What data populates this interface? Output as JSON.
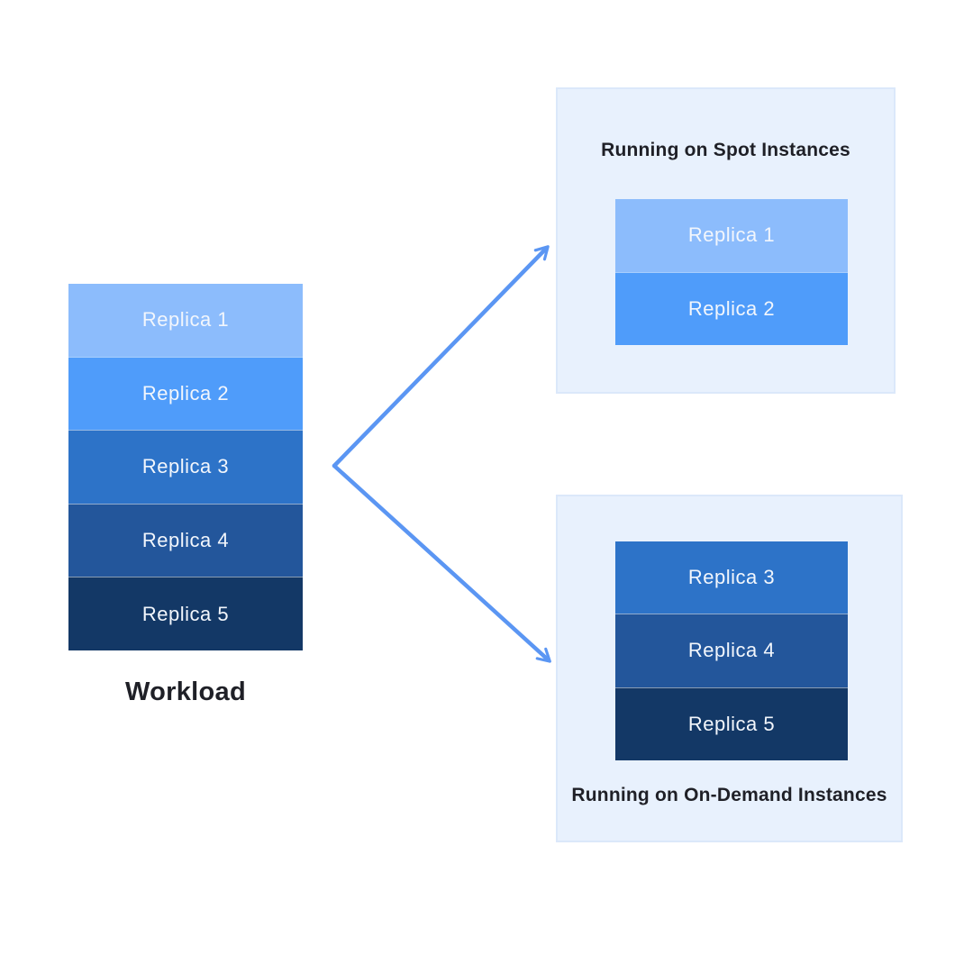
{
  "diagram": {
    "workload": {
      "caption": "Workload",
      "replicas": [
        {
          "label": "Replica 1",
          "color": "#8cbcfc"
        },
        {
          "label": "Replica 2",
          "color": "#4f9cfa"
        },
        {
          "label": "Replica 3",
          "color": "#2d73c8"
        },
        {
          "label": "Replica 4",
          "color": "#23569b"
        },
        {
          "label": "Replica 5",
          "color": "#133866"
        }
      ]
    },
    "spot_group": {
      "title": "Running on Spot Instances",
      "replicas": [
        {
          "label": "Replica 1",
          "color": "#8cbcfc"
        },
        {
          "label": "Replica 2",
          "color": "#4f9cfa"
        }
      ]
    },
    "ondemand_group": {
      "title": "Running on On-Demand Instances",
      "replicas": [
        {
          "label": "Replica 3",
          "color": "#2d73c8"
        },
        {
          "label": "Replica 4",
          "color": "#23569b"
        },
        {
          "label": "Replica 5",
          "color": "#133866"
        }
      ]
    },
    "colors": {
      "arrow": "#5b96f3",
      "panel_background": "#e8f1fd",
      "panel_border": "#dbe8fa",
      "canvas_background": "#ffffff",
      "band_label_text": "#f2f6fc",
      "title_text": "#1f2027"
    }
  }
}
